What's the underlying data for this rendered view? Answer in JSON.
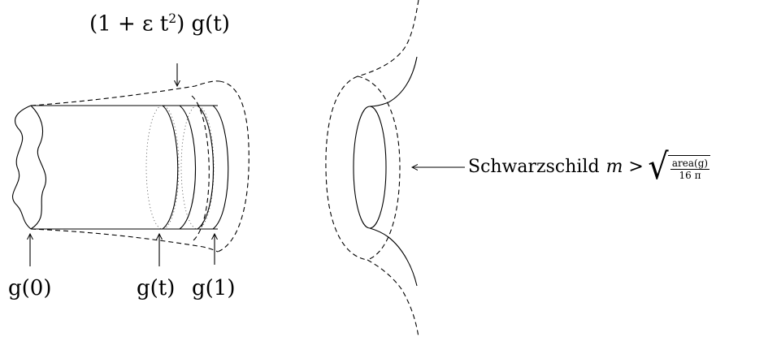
{
  "labels": {
    "g0": "g(0)",
    "gt": "g(t)",
    "g1": "g(1)",
    "top_prefix": "(1 + ε t",
    "top_exp": "2",
    "top_suffix": ") g(t)",
    "schwarzschild_word": "Schwarzschild",
    "mass_relation": "m >",
    "frac_numerator": "area(g)",
    "frac_denominator": "16 π"
  }
}
